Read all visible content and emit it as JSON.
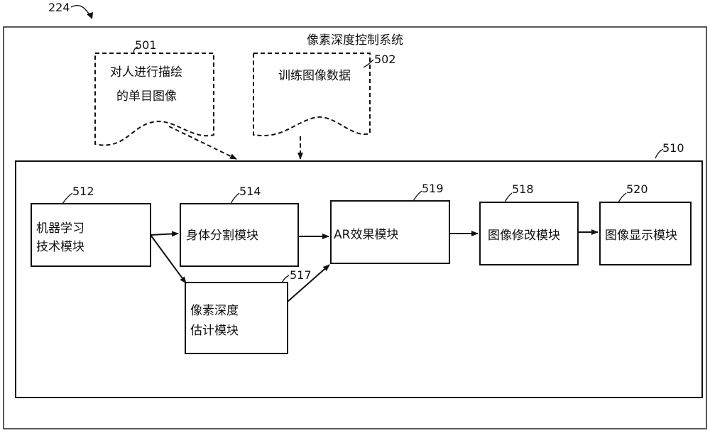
{
  "figure_ref": "224",
  "system": {
    "title": "像素深度控制系统",
    "inner_ref": "510"
  },
  "documents": {
    "single_image": {
      "ref": "501",
      "line1": "对人进行描绘",
      "line2": "的单目图像"
    },
    "training_data": {
      "ref": "502",
      "line1": "训练图像数据"
    }
  },
  "modules": {
    "ml": {
      "ref": "512",
      "line1": "机器学习",
      "line2": "技术模块"
    },
    "body_seg": {
      "ref": "514",
      "line1": "身体分割模块"
    },
    "depth_est": {
      "ref": "517",
      "line1": "像素深度",
      "line2": "估计模块"
    },
    "ar_effect": {
      "ref": "519",
      "line1": "AR效果模块"
    },
    "image_mod": {
      "ref": "518",
      "line1": "图像修改模块"
    },
    "image_disp": {
      "ref": "520",
      "line1": "图像显示模块"
    }
  }
}
